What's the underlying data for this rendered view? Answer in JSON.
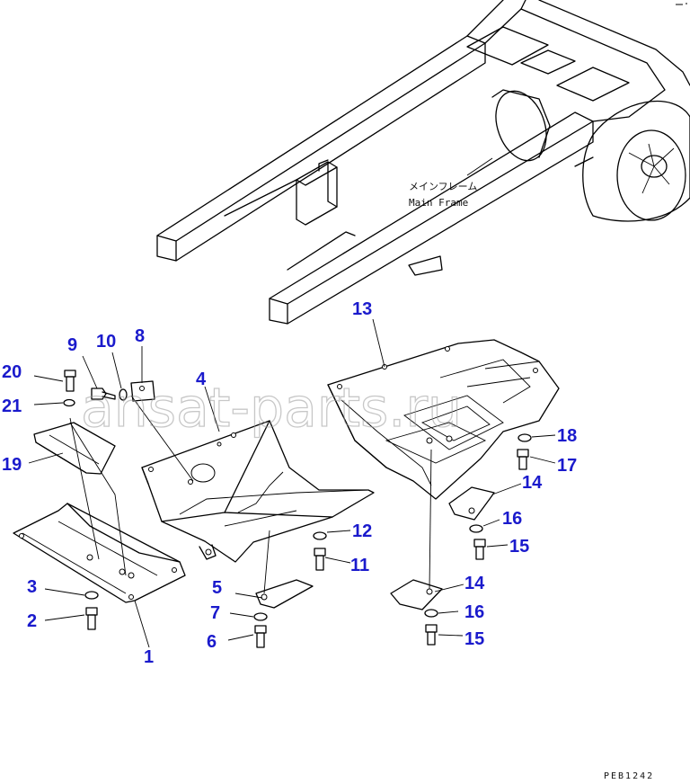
{
  "diagram": {
    "frame_label_jp": "メインフレーム",
    "frame_label_en": "Main Frame",
    "drawing_code": "PEB1242",
    "watermark": "ansat-parts.ru",
    "callouts": [
      {
        "id": "c1",
        "text": "1"
      },
      {
        "id": "c2",
        "text": "2"
      },
      {
        "id": "c3",
        "text": "3"
      },
      {
        "id": "c4",
        "text": "4"
      },
      {
        "id": "c5",
        "text": "5"
      },
      {
        "id": "c6",
        "text": "6"
      },
      {
        "id": "c7",
        "text": "7"
      },
      {
        "id": "c8",
        "text": "8"
      },
      {
        "id": "c9",
        "text": "9"
      },
      {
        "id": "c10",
        "text": "10"
      },
      {
        "id": "c11",
        "text": "11"
      },
      {
        "id": "c12",
        "text": "12"
      },
      {
        "id": "c13",
        "text": "13"
      },
      {
        "id": "c14a",
        "text": "14"
      },
      {
        "id": "c14b",
        "text": "14"
      },
      {
        "id": "c15a",
        "text": "15"
      },
      {
        "id": "c15b",
        "text": "15"
      },
      {
        "id": "c16a",
        "text": "16"
      },
      {
        "id": "c16b",
        "text": "16"
      },
      {
        "id": "c17",
        "text": "17"
      },
      {
        "id": "c18",
        "text": "18"
      },
      {
        "id": "c19",
        "text": "19"
      },
      {
        "id": "c20",
        "text": "20"
      },
      {
        "id": "c21",
        "text": "21"
      }
    ]
  }
}
